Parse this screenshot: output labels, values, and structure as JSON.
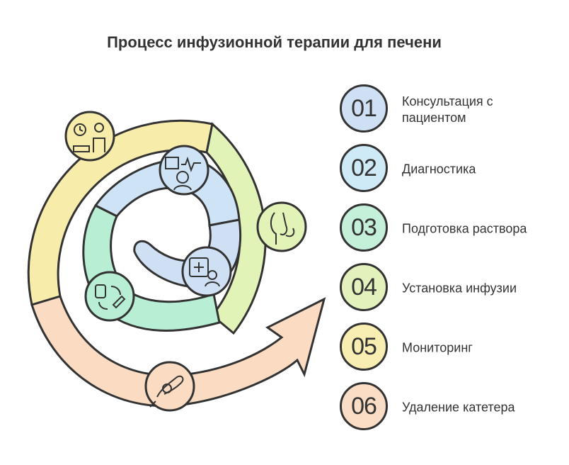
{
  "title": "Процесс инфузионной терапии для печени",
  "colors": {
    "outline": "#333333",
    "yellow": "#f8ecaa",
    "green": "#e2f3b8",
    "orange": "#fbdcc2",
    "blue": "#cfe3f6",
    "mint": "#b8efd4",
    "lightgreen": "#c9f2cf"
  },
  "steps": [
    {
      "number": "01",
      "label": "Консультация с пациентом",
      "color": "#cfe0f5",
      "icon": "doctor-consultation-icon"
    },
    {
      "number": "02",
      "label": "Диагностика",
      "color": "#cdeaf6",
      "icon": "diagnostics-icon"
    },
    {
      "number": "03",
      "label": "Подготовка раствора",
      "color": "#c4efd9",
      "icon": "solution-preparation-icon"
    },
    {
      "number": "04",
      "label": "Установка инфузии",
      "color": "#e3f2bd",
      "icon": "infusion-setup-icon"
    },
    {
      "number": "05",
      "label": "Мониторинг",
      "color": "#f9eeb1",
      "icon": "monitoring-icon"
    },
    {
      "number": "06",
      "label": "Удаление катетера",
      "color": "#fbdcc4",
      "icon": "catheter-removal-icon"
    }
  ]
}
